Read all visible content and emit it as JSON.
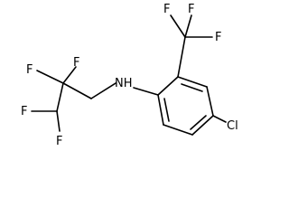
{
  "molecule": {
    "atoms": {
      "nh": "NH",
      "cl": "Cl",
      "f_cf3_top_left": "F",
      "f_cf3_top_right": "F",
      "f_cf3_right": "F",
      "f_cf2_top_left": "F",
      "f_cf2_top_right": "F",
      "f_chf2_left": "F",
      "f_chf2_bottom": "F"
    }
  }
}
